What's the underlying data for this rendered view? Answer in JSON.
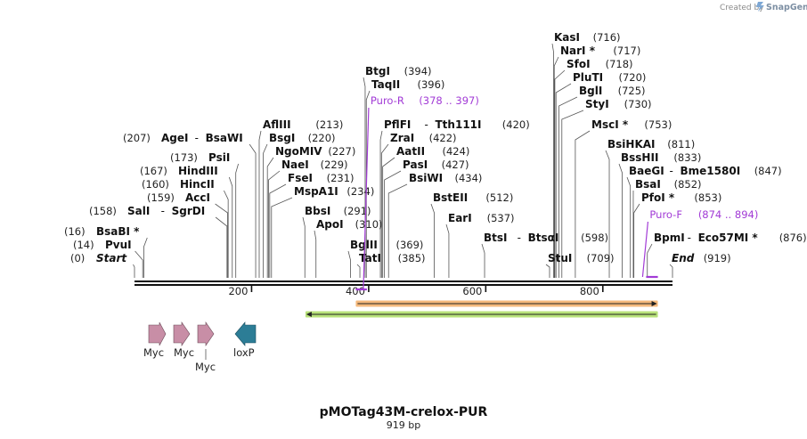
{
  "branding": {
    "created_by": "Created by",
    "product": "SnapGene",
    "logo_icon": "snapgene-logo-icon"
  },
  "plasmid": {
    "name": "pMOTag43M-crelox-PUR",
    "size_label": "919 bp",
    "length": 919
  },
  "colors": {
    "primer": "#a23bd6",
    "orange_bar": "#f5b97c",
    "green_bar": "#b8e27a",
    "myc": "#c88ea6",
    "loxp": "#2c7d96"
  },
  "axis": {
    "ticks": [
      200,
      400,
      600,
      800
    ],
    "tick_labels": [
      "200",
      "400",
      "600",
      "800"
    ]
  },
  "sites": [
    {
      "name": "Start",
      "pos": 0,
      "italic": true
    },
    {
      "name": "PvuI",
      "pos": 14
    },
    {
      "name": "BsaBI *",
      "pos": 16
    },
    {
      "name": "SalI",
      "alt": "SgrDI",
      "pos": 158
    },
    {
      "name": "AccI",
      "pos": 159
    },
    {
      "name": "HincII",
      "pos": 160
    },
    {
      "name": "HindIII",
      "pos": 167
    },
    {
      "name": "PsiI",
      "pos": 173
    },
    {
      "name": "AgeI",
      "alt": "BsaWI",
      "pos": 207
    },
    {
      "name": "AflIII",
      "pos": 213
    },
    {
      "name": "BsgI",
      "pos": 220
    },
    {
      "name": "NgoMIV",
      "pos": 227
    },
    {
      "name": "NaeI",
      "pos": 229
    },
    {
      "name": "FseI",
      "pos": 231
    },
    {
      "name": "MspA1I",
      "pos": 234
    },
    {
      "name": "BbsI",
      "pos": 291
    },
    {
      "name": "ApoI",
      "pos": 310
    },
    {
      "name": "BglII",
      "pos": 369
    },
    {
      "name": "TatI",
      "pos": 385
    },
    {
      "name": "BtgI",
      "pos": 394
    },
    {
      "name": "TaqII",
      "pos": 396
    },
    {
      "name": "PflFI",
      "alt": "Tth111I",
      "pos": 420
    },
    {
      "name": "ZraI",
      "pos": 422
    },
    {
      "name": "AatII",
      "pos": 424
    },
    {
      "name": "PasI",
      "pos": 427
    },
    {
      "name": "BsiWI",
      "pos": 434
    },
    {
      "name": "BstEII",
      "pos": 512
    },
    {
      "name": "EarI",
      "pos": 537
    },
    {
      "name": "BtsI",
      "alt": "BtsαI",
      "pos": 598
    },
    {
      "name": "StuI",
      "pos": 709
    },
    {
      "name": "KasI",
      "pos": 716
    },
    {
      "name": "NarI *",
      "pos": 717
    },
    {
      "name": "SfoI",
      "pos": 718
    },
    {
      "name": "PluTI",
      "pos": 720
    },
    {
      "name": "BglI",
      "pos": 725
    },
    {
      "name": "StyI",
      "pos": 730
    },
    {
      "name": "MscI *",
      "pos": 753
    },
    {
      "name": "BsiHKAI",
      "pos": 811
    },
    {
      "name": "BssHII",
      "pos": 833
    },
    {
      "name": "BaeGI",
      "alt": "Bme1580I",
      "pos": 847
    },
    {
      "name": "BsaI",
      "pos": 852
    },
    {
      "name": "PfoI *",
      "pos": 853
    },
    {
      "name": "BpmI",
      "alt": "Eco57MI *",
      "pos": 876
    },
    {
      "name": "End",
      "pos": 919,
      "italic": true
    }
  ],
  "primers": [
    {
      "name": "Puro-R",
      "range": "(378 .. 397)",
      "start": 378,
      "end": 397,
      "direction": "reverse"
    },
    {
      "name": "Puro-F",
      "range": "(874 .. 894)",
      "start": 874,
      "end": 894,
      "direction": "forward"
    }
  ],
  "bars": [
    {
      "id": "orange",
      "start": 378,
      "end": 894,
      "direction": "forward"
    },
    {
      "id": "green",
      "start": 292,
      "end": 894,
      "direction": "reverse"
    }
  ],
  "features": [
    {
      "label": "Myc"
    },
    {
      "label": "Myc"
    },
    {
      "label": "Myc"
    },
    {
      "label": "loxP"
    }
  ]
}
